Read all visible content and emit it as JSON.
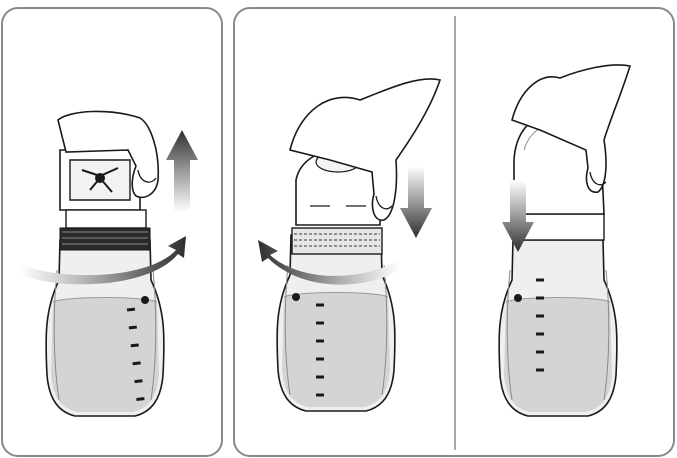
{
  "figure": {
    "panels": [
      {
        "id": "panel-1",
        "icons": [
          "hand-icon",
          "blade-assembly-icon",
          "rotate-arrow-icon",
          "lift-arrow-icon",
          "bottle-icon"
        ]
      },
      {
        "id": "panel-2",
        "icons": [
          "hand-icon",
          "cap-icon",
          "rotate-arrow-icon",
          "press-arrow-icon",
          "bottle-icon"
        ]
      },
      {
        "id": "panel-3",
        "icons": [
          "hand-icon",
          "dome-lid-icon",
          "press-arrow-icon",
          "bottle-icon"
        ]
      }
    ],
    "colors": {
      "frame": "#8a8a8a",
      "line": "#1a1a1a",
      "bottle_fill": "#ededed",
      "liquid": "#cfcfcf",
      "arrow_dark": "#3a3a3a",
      "arrow_light": "#b8b8b8"
    }
  }
}
